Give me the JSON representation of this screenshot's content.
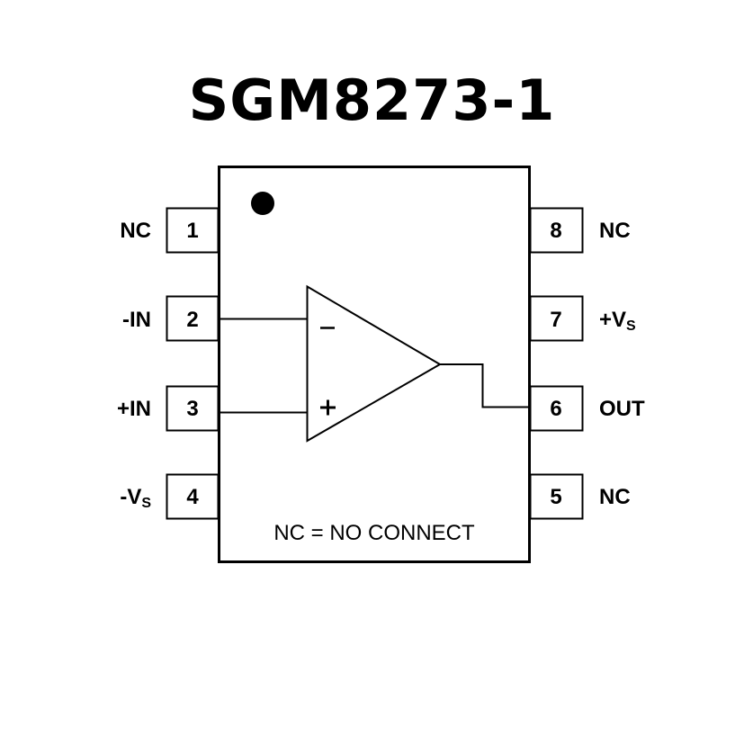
{
  "title": "SGM8273-1",
  "pins": {
    "left": [
      {
        "number": "1",
        "label": "NC",
        "sub": ""
      },
      {
        "number": "2",
        "label": "-IN",
        "sub": ""
      },
      {
        "number": "3",
        "label": "+IN",
        "sub": ""
      },
      {
        "number": "4",
        "label": "-V",
        "sub": "S"
      }
    ],
    "right": [
      {
        "number": "8",
        "label": "NC",
        "sub": ""
      },
      {
        "number": "7",
        "label": "+V",
        "sub": "S"
      },
      {
        "number": "6",
        "label": "OUT",
        "sub": ""
      },
      {
        "number": "5",
        "label": "NC",
        "sub": ""
      }
    ]
  },
  "opamp": {
    "inverting_sign": "–",
    "noninverting_sign": "+"
  },
  "note": "NC = NO CONNECT",
  "colors": {
    "stroke": "#000000",
    "background": "#ffffff"
  }
}
